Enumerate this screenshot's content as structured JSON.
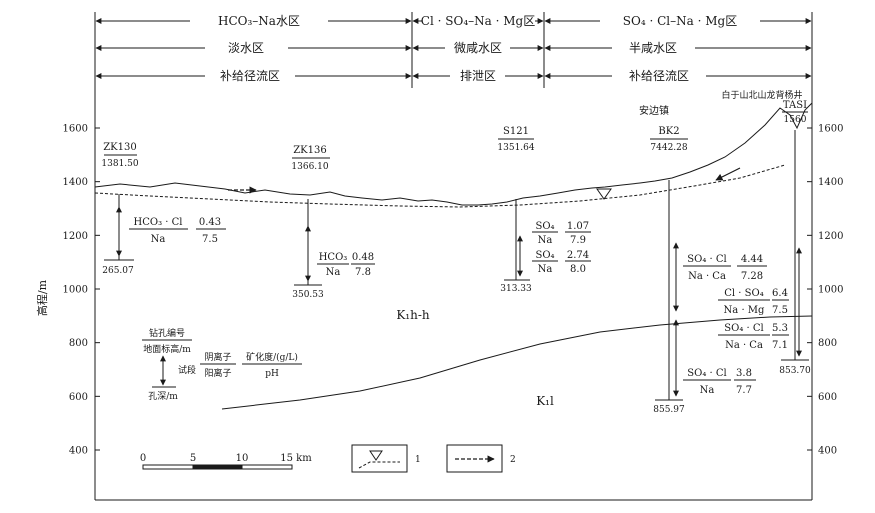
{
  "zones": {
    "row1": [
      "HCO₃–Na水区",
      "Cl · SO₄–Na · Mg区",
      "SO₄ · Cl–Na · Mg区"
    ],
    "row2": [
      "淡水区",
      "微咸水区",
      "半咸水区"
    ],
    "row3": [
      "补给径流区",
      "排泄区",
      "补给径流区"
    ]
  },
  "axis": {
    "ylabel": "高程/m",
    "left_ticks": [
      1600,
      1400,
      1200,
      1000,
      800,
      600,
      400
    ],
    "right_ticks": [
      1600,
      1400,
      1200,
      1000,
      800,
      600,
      400
    ]
  },
  "places": {
    "anbian": "安边镇",
    "baiyu": "白于山北山龙背杨井"
  },
  "boreholes": [
    {
      "name": "ZK130",
      "elev": "1381.50",
      "depth": "265.07",
      "records": [
        {
          "anion": "HCO₃ · Cl",
          "cation": "Na",
          "tds": "0.43",
          "ph": "7.5"
        }
      ]
    },
    {
      "name": "ZK136",
      "elev": "1366.10",
      "depth": "350.53",
      "records": [
        {
          "anion": "HCO₃",
          "cation": "Na",
          "tds": "0.48",
          "ph": "7.8"
        }
      ]
    },
    {
      "name": "S121",
      "elev": "1351.64",
      "depth": "313.33",
      "records": [
        {
          "anion": "SO₄",
          "cation": "Na",
          "tds": "1.07",
          "ph": "7.9"
        },
        {
          "anion": "SO₄",
          "cation": "Na",
          "tds": "2.74",
          "ph": "8.0"
        }
      ]
    },
    {
      "name": "BK2",
      "elev": "7442.28",
      "depth": "855.97",
      "records": [
        {
          "anion": "SO₄ · Cl",
          "cation": "Na · Ca",
          "tds": "4.44",
          "ph": "7.28"
        },
        {
          "anion": "SO₄ · Cl",
          "cation": "Na",
          "tds": "3.8",
          "ph": "7.7"
        }
      ]
    },
    {
      "name": "TASI",
      "elev": "1560",
      "depth": "853.70",
      "records": [
        {
          "anion": "Cl · SO₄",
          "cation": "Na · Mg",
          "tds": "6.4",
          "ph": "7.5"
        },
        {
          "anion": "SO₄ · Cl",
          "cation": "Na · Ca",
          "tds": "5.3",
          "ph": "7.1"
        }
      ]
    }
  ],
  "formations": {
    "upper": "K₁h-h",
    "lower": "K₁l"
  },
  "key": {
    "name": "钻孔编号",
    "elev": "地面标高/m",
    "test": "试段",
    "depth": "孔深/m",
    "anion": "阴离子",
    "cation": "阳离子",
    "tds": "矿化度/(g/L)",
    "ph": "pH"
  },
  "scale": {
    "labels": [
      "0",
      "5",
      "10",
      "15 km"
    ]
  },
  "legend": {
    "item1": "1",
    "item2": "2"
  }
}
